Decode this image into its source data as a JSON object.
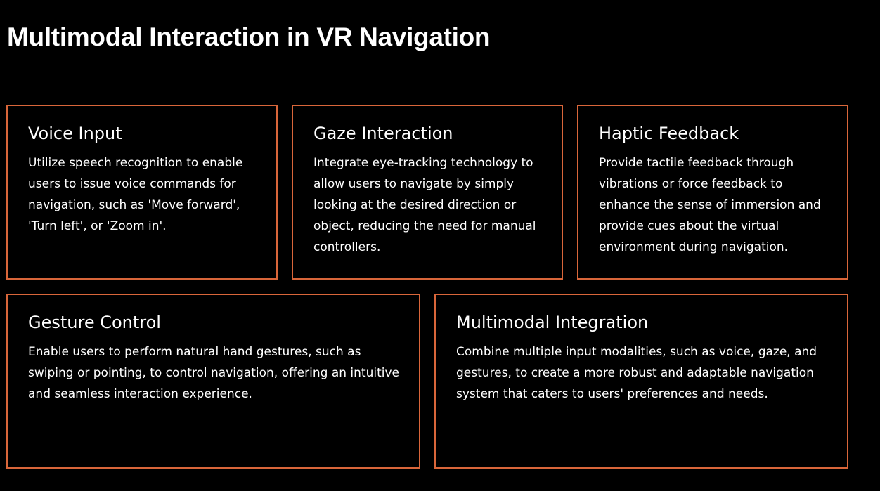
{
  "page": {
    "title": "Multimodal Interaction in VR Navigation"
  },
  "theme": {
    "background": "#000000",
    "text": "#ffffff",
    "accent_border": "#d9663a"
  },
  "cards": [
    {
      "title": "Voice Input",
      "description": "Utilize speech recognition to enable users to issue voice commands for navigation, such as 'Move forward', 'Turn left', or 'Zoom in'."
    },
    {
      "title": "Gaze Interaction",
      "description": "Integrate eye-tracking technology to allow users to navigate by simply looking at the desired direction or object, reducing the need for manual controllers."
    },
    {
      "title": "Haptic Feedback",
      "description": "Provide tactile feedback through vibrations or force feedback to enhance the sense of immersion and provide cues about the virtual environment during navigation."
    },
    {
      "title": "Gesture Control",
      "description": "Enable users to perform natural hand gestures, such as swiping or pointing, to control navigation, offering an intuitive and seamless interaction experience."
    },
    {
      "title": "Multimodal Integration",
      "description": "Combine multiple input modalities, such as voice, gaze, and gestures, to create a more robust and adaptable navigation system that caters to users' preferences and needs."
    }
  ]
}
